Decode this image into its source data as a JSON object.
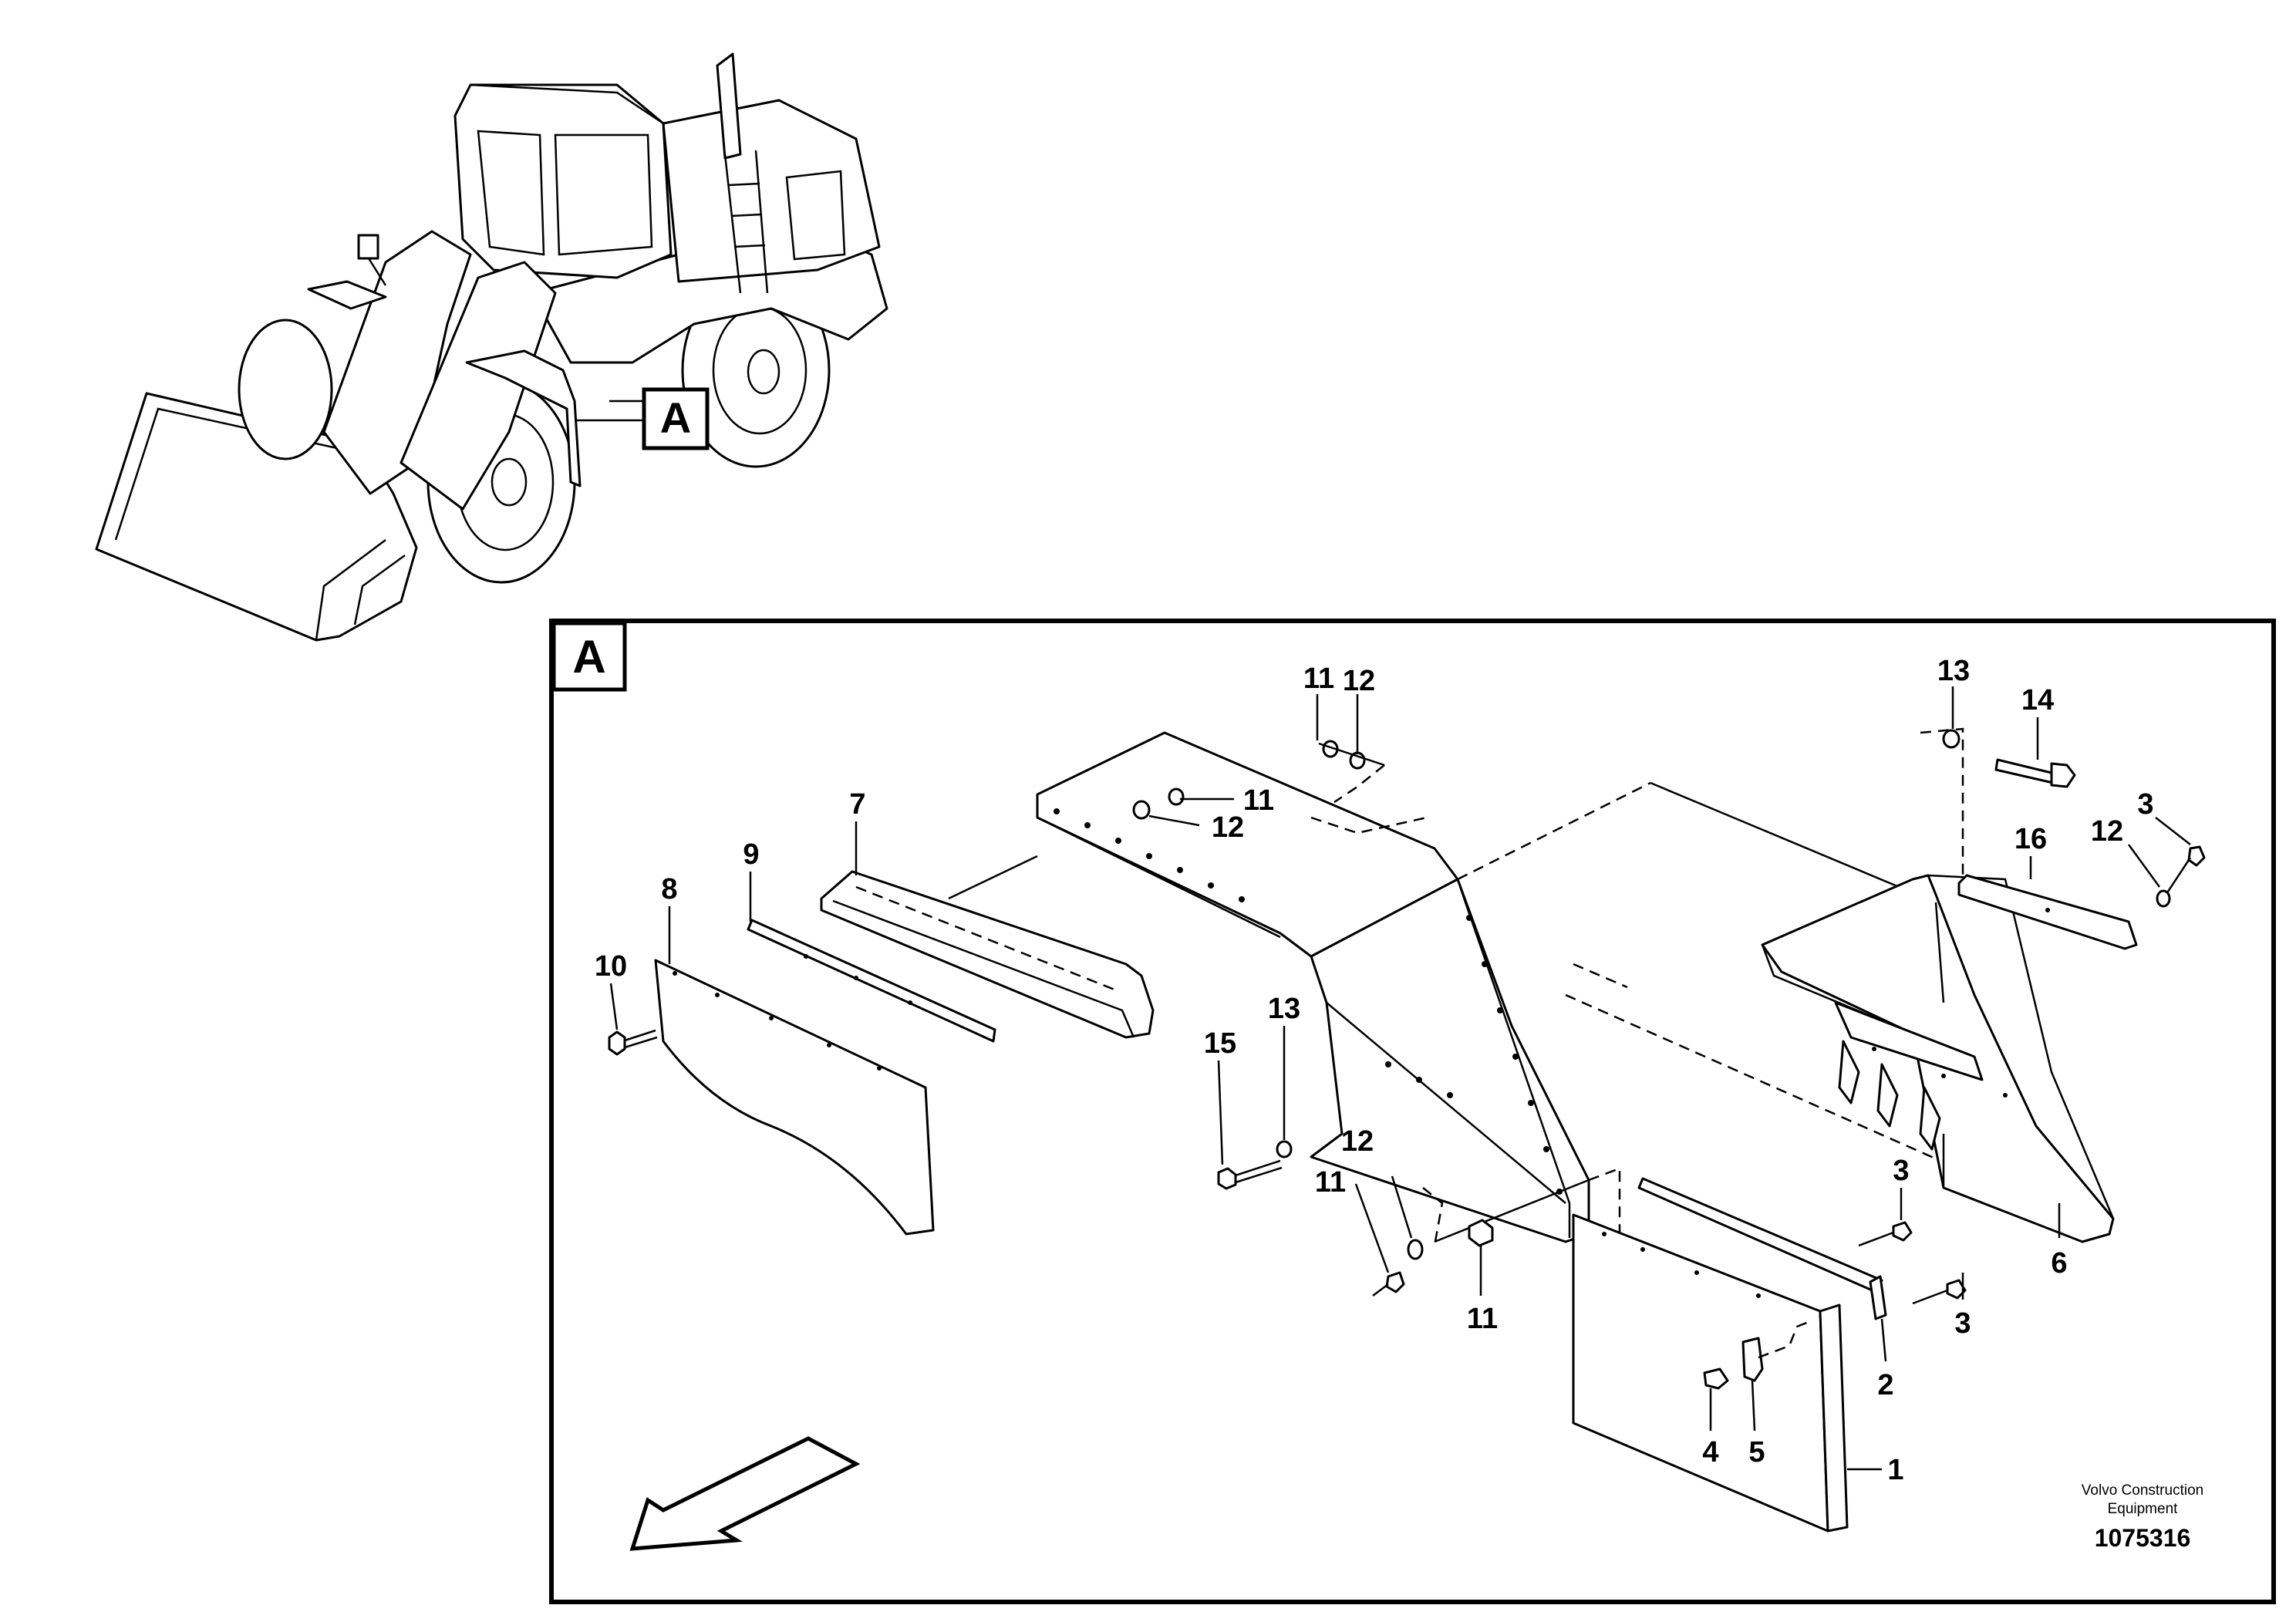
{
  "overview": {
    "callout": "A"
  },
  "detail": {
    "title": "A"
  },
  "callouts": [
    {
      "id": "c11a",
      "text": "11"
    },
    {
      "id": "c12a",
      "text": "12"
    },
    {
      "id": "c11b",
      "text": "11"
    },
    {
      "id": "c12b",
      "text": "12"
    },
    {
      "id": "c13a",
      "text": "13"
    },
    {
      "id": "c14",
      "text": "14"
    },
    {
      "id": "c3a",
      "text": "3"
    },
    {
      "id": "c16",
      "text": "16"
    },
    {
      "id": "c12c",
      "text": "12"
    },
    {
      "id": "c7",
      "text": "7"
    },
    {
      "id": "c9",
      "text": "9"
    },
    {
      "id": "c8",
      "text": "8"
    },
    {
      "id": "c10",
      "text": "10"
    },
    {
      "id": "c15",
      "text": "15"
    },
    {
      "id": "c13b",
      "text": "13"
    },
    {
      "id": "c12d",
      "text": "12"
    },
    {
      "id": "c11c",
      "text": "11"
    },
    {
      "id": "c11d",
      "text": "11"
    },
    {
      "id": "c3b",
      "text": "3"
    },
    {
      "id": "c6",
      "text": "6"
    },
    {
      "id": "c3c",
      "text": "3"
    },
    {
      "id": "c2",
      "text": "2"
    },
    {
      "id": "c4",
      "text": "4"
    },
    {
      "id": "c5",
      "text": "5"
    },
    {
      "id": "c1",
      "text": "1"
    }
  ],
  "publisher": {
    "line1": "Volvo Construction",
    "line2": "Equipment",
    "number": "1075316"
  }
}
